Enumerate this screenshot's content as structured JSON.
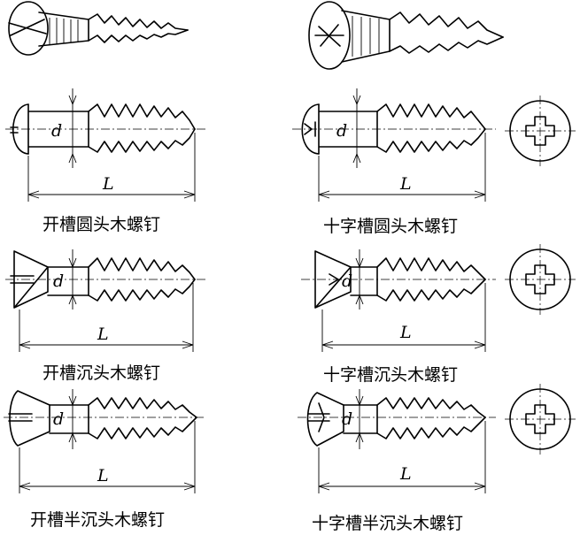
{
  "dimension_labels": {
    "diameter": "d",
    "length": "L"
  },
  "captions": {
    "slotted_round": "开槽圆头木螺钉",
    "cross_round": "十字槽圆头木螺钉",
    "slotted_countersunk": "开槽沉头木螺钉",
    "cross_countersunk": "十字槽沉头木螺钉",
    "slotted_raised": "开槽半沉头木螺钉",
    "cross_raised": "十字槽半沉头木螺钉"
  },
  "icons": {
    "top_left": "slotted-screw-illustration-icon",
    "top_right": "cross-screw-illustration-icon",
    "cross_recess": "cross-recess-end-view-icon"
  }
}
